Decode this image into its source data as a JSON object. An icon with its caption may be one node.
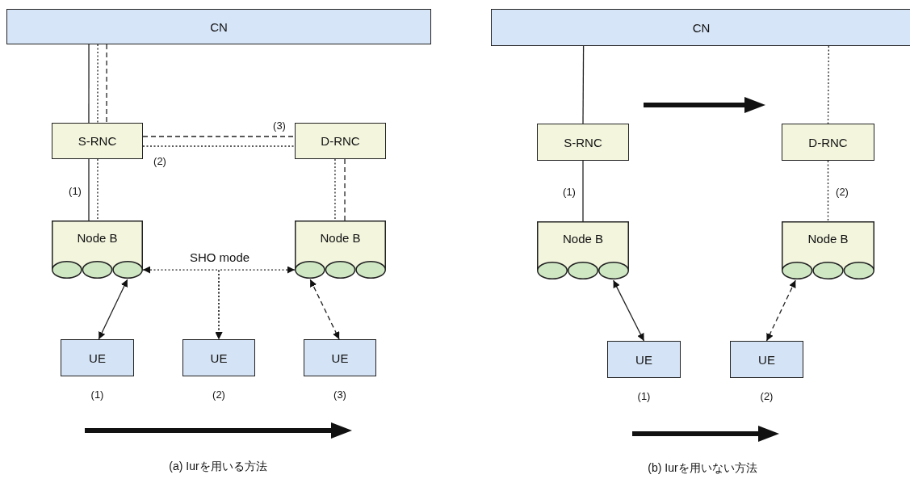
{
  "diagram": {
    "nodes": [
      {
        "text": [
          "CN"
        ]
      },
      {
        "text": [
          "S-RNC"
        ]
      },
      {
        "text": [
          "D-RNC"
        ]
      },
      {
        "text": [
          "Node B"
        ]
      },
      {
        "text": [
          "Node B"
        ]
      },
      {
        "text": [
          "UE"
        ],
        "beside": [
          "(1)"
        ]
      },
      {
        "text": [
          "UE"
        ],
        "beside": [
          "(2)"
        ]
      },
      {
        "text": [
          "UE"
        ],
        "beside": [
          "(3)"
        ]
      },
      {
        "text": [
          "CN"
        ]
      },
      {
        "text": [
          "S-RNC"
        ]
      },
      {
        "text": [
          "D-RNC"
        ]
      },
      {
        "text": [
          "Node B"
        ]
      },
      {
        "text": [
          "Node B"
        ]
      },
      {
        "text": [
          "UE"
        ],
        "beside": [
          "(1)"
        ]
      },
      {
        "text": [
          "UE"
        ],
        "beside": [
          "(2)"
        ]
      }
    ],
    "edges": [
      {
        "from": 0,
        "to": 1,
        "arrow": "none"
      },
      {
        "from": 0,
        "to": 1,
        "arrow": "none",
        "style": "dashed"
      },
      {
        "from": 0,
        "to": 1,
        "arrow": "none",
        "style": "dashed"
      },
      {
        "from": 1,
        "to": 3,
        "arrow": "none",
        "label": "(1)"
      },
      {
        "from": 1,
        "to": 3,
        "arrow": "none",
        "style": "dashed"
      },
      {
        "from": 1,
        "to": 2,
        "arrow": "none",
        "style": "dashed",
        "label": "(3)"
      },
      {
        "from": 1,
        "to": 2,
        "arrow": "none",
        "style": "dashed",
        "label": "(2)"
      },
      {
        "from": 2,
        "to": 4,
        "arrow": "none",
        "style": "dashed"
      },
      {
        "from": 2,
        "to": 4,
        "arrow": "none",
        "style": "dashed"
      },
      {
        "from": 3,
        "to": 5,
        "arrow": "both"
      },
      {
        "from": 3,
        "to": 6,
        "arrow": "both",
        "style": "dashed",
        "label": "SHO mode"
      },
      {
        "from": 4,
        "to": 6,
        "arrow": "both",
        "style": "dashed"
      },
      {
        "from": 4,
        "to": 7,
        "arrow": "both",
        "style": "dashed"
      },
      {
        "from": 8,
        "to": 9,
        "arrow": "none"
      },
      {
        "from": 8,
        "to": 10,
        "arrow": "none",
        "style": "dashed"
      },
      {
        "from": 9,
        "to": 11,
        "arrow": "none",
        "label": "(1)"
      },
      {
        "from": 10,
        "to": 12,
        "arrow": "none",
        "style": "dashed",
        "label": "(2)"
      },
      {
        "from": 11,
        "to": 13,
        "arrow": "both"
      },
      {
        "from": 12,
        "to": 14,
        "arrow": "both",
        "style": "dashed"
      }
    ],
    "labels": [
      "(a) Iurを用いる方法",
      "(b) Iurを用いない方法"
    ]
  }
}
